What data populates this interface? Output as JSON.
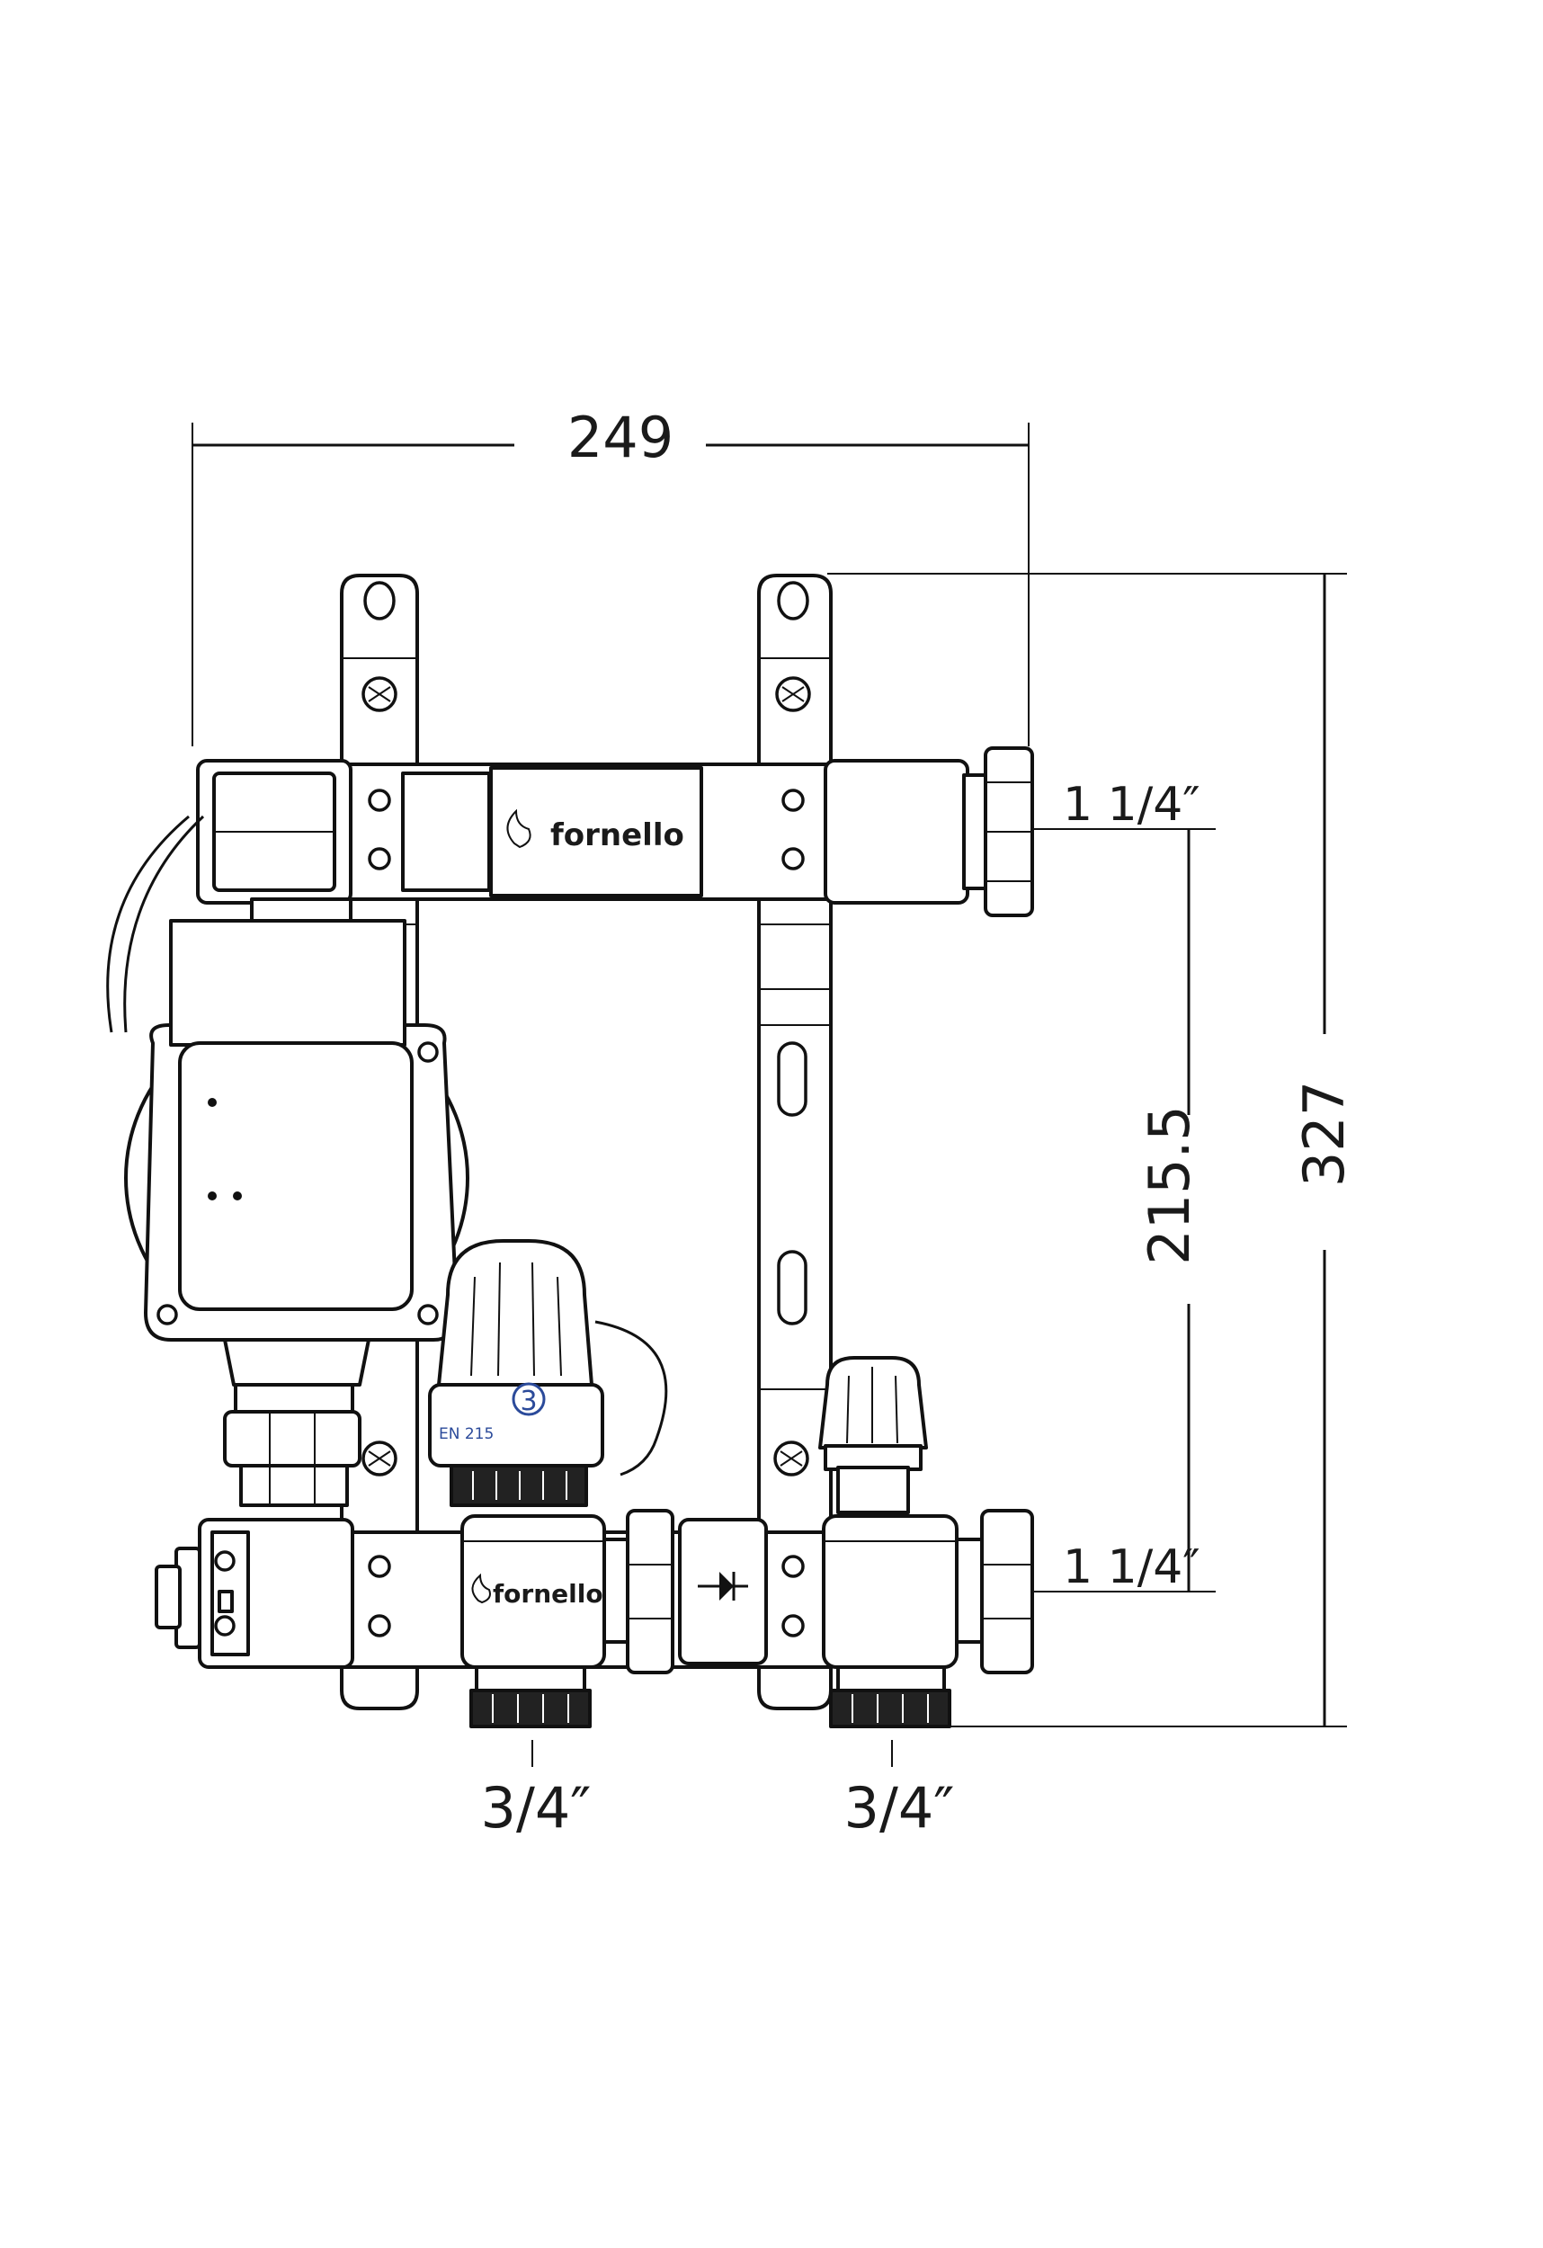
{
  "dimensions": {
    "width": "249",
    "height_total": "327",
    "height_centers": "215.5",
    "inlet_top": "1 1/4″",
    "inlet_bottom": "1 1/4″",
    "outlet_left": "3/4″",
    "outlet_right": "3/4″"
  },
  "labels": {
    "brand_top": "fornello",
    "brand_valve": "fornello",
    "thermostat_setting": "3",
    "thermostat_standard": "EN 215"
  }
}
